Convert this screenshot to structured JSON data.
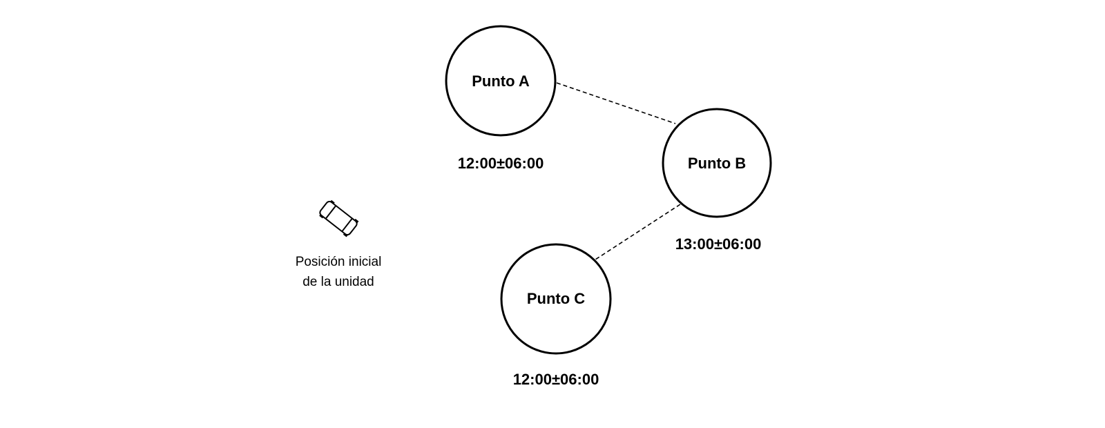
{
  "nodes": [
    {
      "id": "A",
      "label": "Punto A",
      "time_window": "12:00±06:00"
    },
    {
      "id": "B",
      "label": "Punto B",
      "time_window": "13:00±06:00"
    },
    {
      "id": "C",
      "label": "Punto C",
      "time_window": "12:00±06:00"
    }
  ],
  "edges": [
    {
      "from": "A",
      "to": "B",
      "style": "dashed"
    },
    {
      "from": "B",
      "to": "C",
      "style": "dashed"
    }
  ],
  "vehicle": {
    "icon": "car-icon",
    "caption_line1": "Posición inicial",
    "caption_line2": "de la unidad"
  },
  "colors": {
    "stroke": "#000000",
    "background": "#ffffff"
  }
}
